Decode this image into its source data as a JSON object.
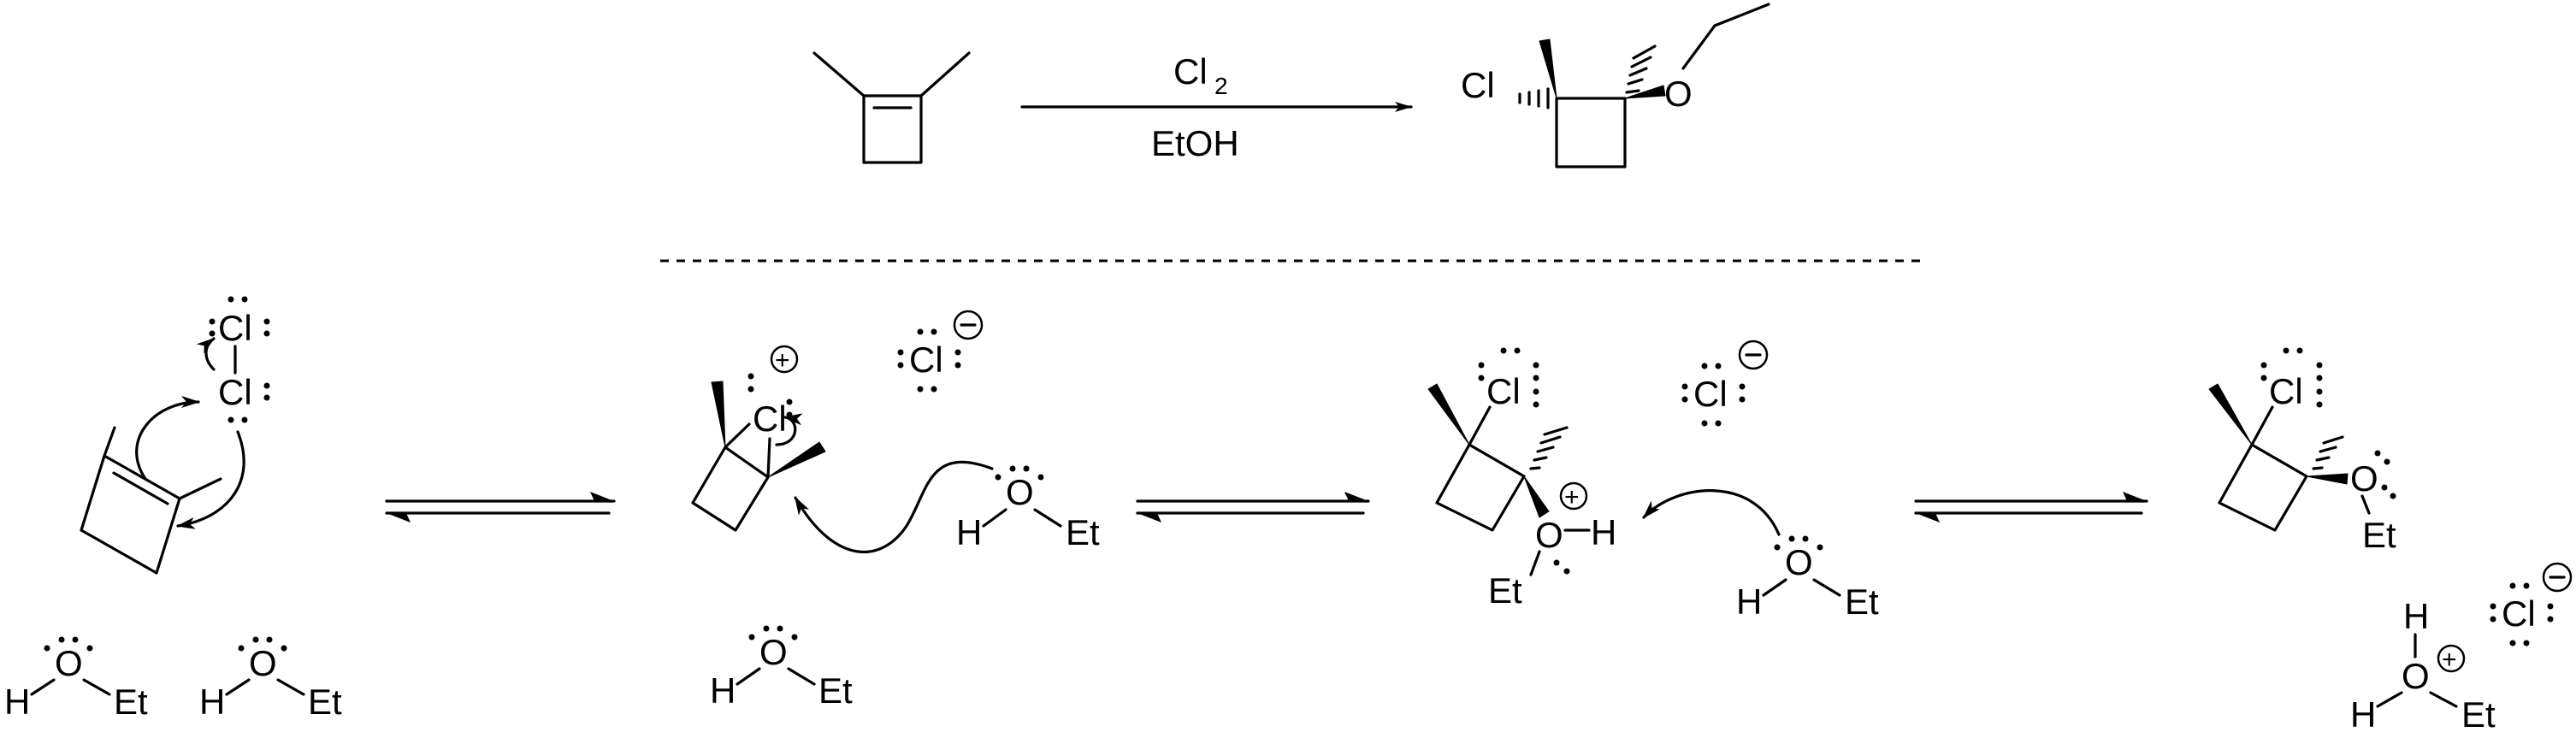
{
  "reaction": {
    "reagent_top": "Cl",
    "reagent_top_sub": "2",
    "reagent_bottom": "EtOH",
    "product_cl": "Cl",
    "product_o": "O"
  },
  "step1": {
    "cl_top": "Cl",
    "cl_bottom": "Cl",
    "ethanol_left": {
      "h": "H",
      "o": "O",
      "et": "Et"
    },
    "ethanol_right": {
      "h": "H",
      "o": "O",
      "et": "Et"
    }
  },
  "step2": {
    "bridging_cl": "Cl",
    "free_chloride": "Cl",
    "attacking_ethanol": {
      "h": "H",
      "o": "O",
      "et": "Et"
    },
    "spectator_ethanol": {
      "h": "H",
      "o": "O",
      "et": "Et"
    }
  },
  "step3": {
    "cl": "Cl",
    "free_chloride": "Cl",
    "oxonium": {
      "o": "O",
      "h": "H",
      "et": "Et"
    },
    "base_ethanol": {
      "h": "H",
      "o": "O",
      "et": "Et"
    }
  },
  "step4": {
    "cl": "Cl",
    "ether": {
      "o": "O",
      "et": "Et"
    },
    "free_chloride": "Cl",
    "ethyloxonium": {
      "h_top": "H",
      "h_left": "H",
      "o": "O",
      "et": "Et"
    }
  }
}
